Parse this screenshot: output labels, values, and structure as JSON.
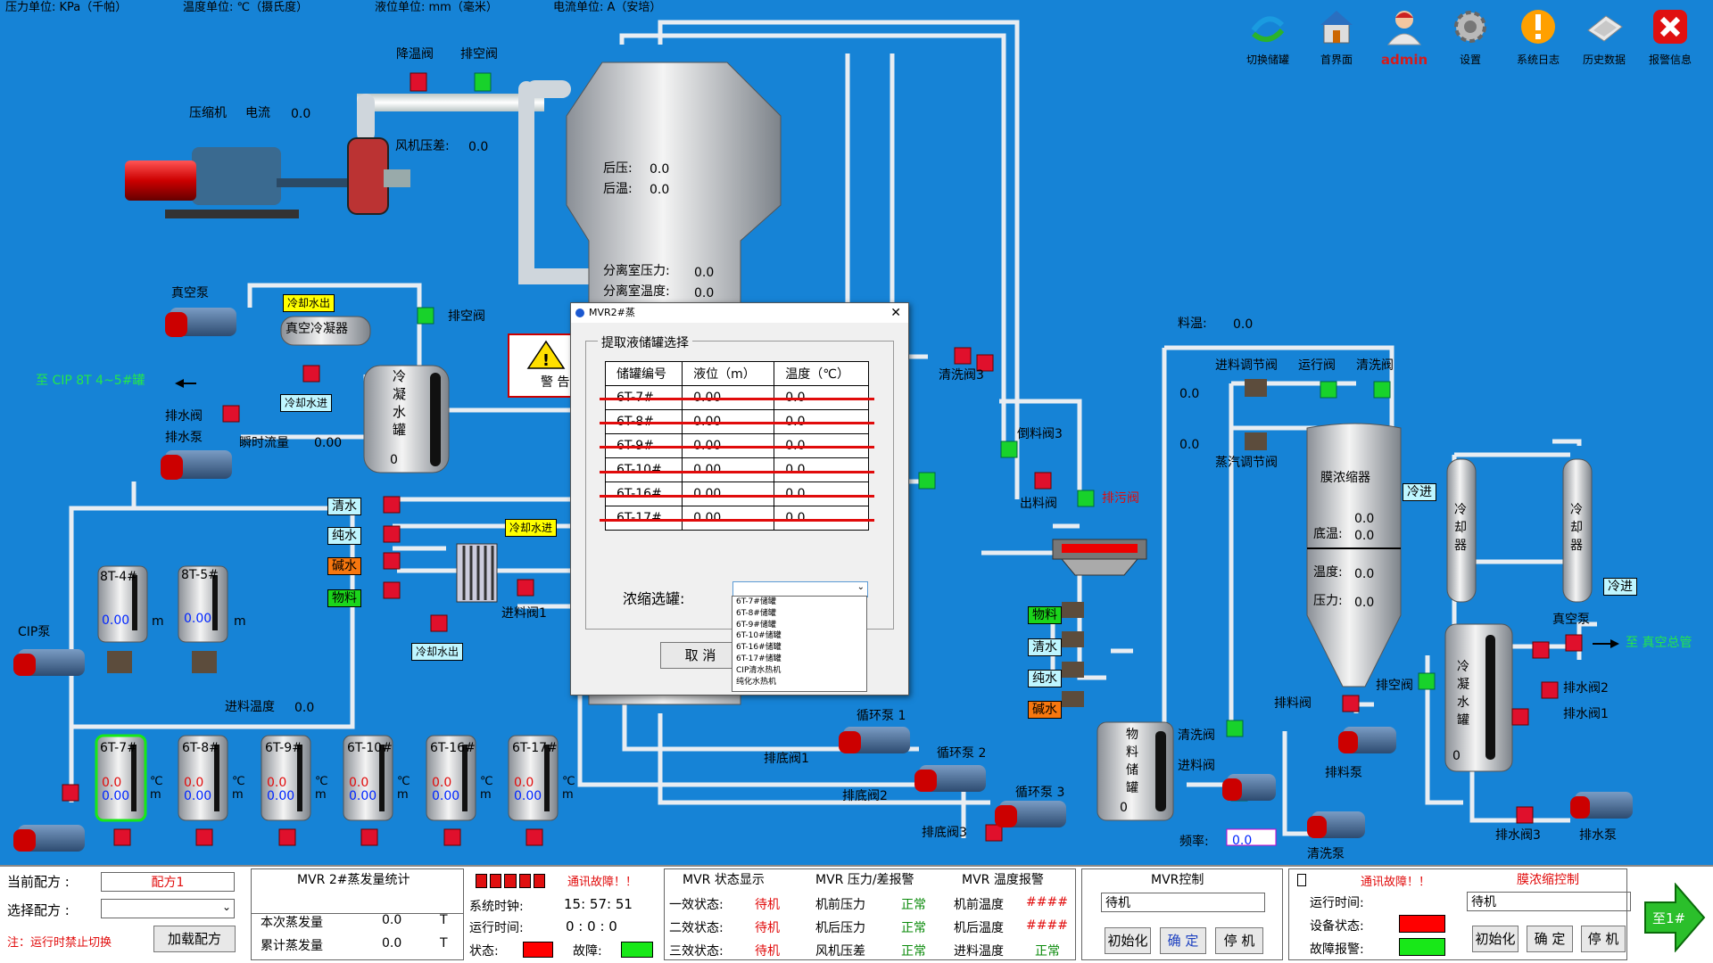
{
  "units": {
    "pressure": "压力单位: KPa（千帕）",
    "temperature": "温度单位: ℃（摄氏度）",
    "level": "液位单位: mm（毫米）",
    "current": "电流单位: A（安培）"
  },
  "toolbar": [
    {
      "label": "切换储罐",
      "icon": "switch-tank-icon"
    },
    {
      "label": "首界面",
      "icon": "home-icon"
    },
    {
      "label": "admin",
      "icon": "user-icon"
    },
    {
      "label": "设置",
      "icon": "gear-icon"
    },
    {
      "label": "系统日志",
      "icon": "warning-icon"
    },
    {
      "label": "历史数据",
      "icon": "keyboard-icon"
    },
    {
      "label": "报警信息",
      "icon": "close-icon"
    }
  ],
  "scada": {
    "cooling_valve": "降温阀",
    "vent_valve_top": "排空阀",
    "compressor": "压缩机",
    "current_label": "电流",
    "current_value": "0.0",
    "fan_pressure_label": "风机压差:",
    "fan_pressure_value": "0.0",
    "back_pressure_label": "后压:",
    "back_pressure_value": "0.0",
    "back_temp_label": "后温:",
    "back_temp_value": "0.0",
    "sep_pressure_label": "分离室压力:",
    "sep_pressure_value": "0.0",
    "sep_temp_label": "分离室温度:",
    "sep_temp_value": "0.0",
    "vacuum_pump": "真空泵",
    "cool_water_out": "冷却水出",
    "vacuum_condenser": "真空冷凝器",
    "cool_water_in": "冷却水进",
    "vent_valve_mid": "排空阀",
    "to_cip": "至 CIP  8T  4~5#罐",
    "drain_valve": "排水阀",
    "drain_pump": "排水泵",
    "instant_flow_label": "瞬时流量",
    "instant_flow_value": "0.00",
    "condensate_tank": "冷凝水罐",
    "condensate_level": "0",
    "warning_text": "警 告",
    "clean_water": "清水",
    "pure_water": "纯水",
    "alkali": "碱水",
    "material": "物料",
    "cool_water_in2": "冷却水进",
    "cool_water_out2": "冷却水出",
    "feed_valve1": "进料阀1",
    "feed_temp_label": "进料温度",
    "feed_temp_value": "0.0",
    "cip_pump": "CIP泵",
    "tank_8t4": "8T-4#",
    "tank_8t4_val": "0.00",
    "tank_8t5": "8T-5#",
    "tank_8t5_val": "0.00",
    "unit_m": "m",
    "unit_c": "℃",
    "clean_valve3": "清洗阀3",
    "drain_valve3": "倒料阀3",
    "outlet_valve": "出料阀",
    "waste_valve": "排污阀",
    "feed_temp2_label": "料温:",
    "feed_temp2_value": "0.0",
    "inlet_reg_valve": "进料调节阀",
    "run_valve": "运行阀",
    "clean_valve": "清洗阀",
    "steam_reg_valve": "蒸汽调节阀",
    "reg_value1": "0.0",
    "reg_value2": "0.0",
    "membrane_concentrator": "膜浓缩器",
    "mc_val1": "0.0",
    "mc_bottom_temp_label": "底温:",
    "mc_bottom_temp_value": "0.0",
    "mc_temp_label": "温度:",
    "mc_temp_value": "0.0",
    "mc_pressure_label": "压力:",
    "mc_pressure_value": "0.0",
    "cool_in": "冷进",
    "cooler1": "冷却器",
    "cooler2": "冷却器",
    "cool_in2": "冷进",
    "vacuum_pump2": "真空泵",
    "to_vacuum_main": "至 真空总管",
    "vent_valve_r": "排空阀",
    "condensate_tank2": "冷凝水罐",
    "condensate2_level": "0",
    "drain_valve2": "排水阀2",
    "drain_valve1": "排水阀1",
    "drain_valve3b": "排水阀3",
    "drain_pump2": "排水泵",
    "drain_valve_r": "排料阀",
    "discharge_pump": "排料泵",
    "mat_material": "物料",
    "mat_clean": "清水",
    "mat_pure": "纯水",
    "mat_alkali": "碱水",
    "material_tank": "物料储罐",
    "material_tank_level": "0",
    "clean_valve_b": "清洗阀",
    "feed_valve_b": "进料阀",
    "freq_label": "频率:",
    "freq_value": "0.0",
    "clean_pump": "清洗泵",
    "circ_pump1": "循环泵 1",
    "circ_pump2": "循环泵 2",
    "circ_pump3": "循环泵 3",
    "bottom_valve1": "排底阀1",
    "bottom_valve2": "排底阀2",
    "bottom_valve3": "排底阀3"
  },
  "storage_tanks": [
    {
      "name": "6T-7#",
      "red": "0.0",
      "blue": "0.00",
      "unit": "m"
    },
    {
      "name": "6T-8#",
      "red": "0.0",
      "blue": "0.00",
      "unit": "m"
    },
    {
      "name": "6T-9#",
      "red": "0.0",
      "blue": "0.00",
      "unit": "m"
    },
    {
      "name": "6T-10#",
      "red": "0.0",
      "blue": "0.00",
      "unit": "m"
    },
    {
      "name": "6T-16#",
      "red": "0.0",
      "blue": "0.00",
      "unit": "m"
    },
    {
      "name": "6T-17#",
      "red": "0.0",
      "blue": "0.00",
      "unit": "m"
    }
  ],
  "dialog": {
    "title": "MVR2#蒸",
    "group_title": "提取液储罐选择",
    "headers": [
      "储罐编号",
      "液位（m）",
      "温度（℃）"
    ],
    "rows": [
      [
        "6T-7#",
        "0.00",
        "0.0"
      ],
      [
        "6T-8#",
        "0.00",
        "0.0"
      ],
      [
        "6T-9#",
        "0.00",
        "0.0"
      ],
      [
        "6T-10#",
        "0.00",
        "0.0"
      ],
      [
        "6T-16#",
        "0.00",
        "0.0"
      ],
      [
        "6T-17#",
        "0.00",
        "0.0"
      ]
    ],
    "select_label": "浓缩选罐:",
    "cancel": "取 消",
    "options": [
      "6T-7#储罐",
      "6T-8#储罐",
      "6T-9#储罐",
      "6T-10#储罐",
      "6T-16#储罐",
      "6T-17#储罐",
      "CIP清水热机",
      "纯化水热机"
    ]
  },
  "bottom": {
    "current_recipe_label": "当前配方 :",
    "current_recipe_value": "配方1",
    "select_recipe_label": "选择配方 :",
    "note": "注：运行时禁止切换",
    "load_recipe": "加载配方",
    "evap_title": "MVR 2#蒸发量统计",
    "this_evap_label": "本次蒸发量",
    "this_evap_value": "0.0",
    "this_evap_unit": "T",
    "total_evap_label": "累计蒸发量",
    "total_evap_value": "0.0",
    "total_evap_unit": "T",
    "comm_fault": "通讯故障！！",
    "sys_clock_label": "系统时钟:",
    "sys_clock_value": "15:  57:  51",
    "runtime_label": "运行时间:",
    "runtime_value": "0  :  0  :  0",
    "state_label": "状态:",
    "fault_label": "故障:",
    "state_title": "MVR 状态显示",
    "effect1_label": "一效状态:",
    "effect1_value": "待机",
    "effect2_label": "二效状态:",
    "effect2_value": "待机",
    "effect3_label": "三效状态:",
    "effect3_value": "待机",
    "pressure_title": "MVR 压力/差报警",
    "pre_pressure_label": "机前压力",
    "pre_pressure_value": "正常",
    "post_pressure_label": "机后压力",
    "post_pressure_value": "正常",
    "fan_diff_label": "风机压差",
    "fan_diff_value": "正常",
    "temp_title": "MVR 温度报警",
    "pre_temp_label": "机前温度",
    "pre_temp_value": "####",
    "post_temp_label": "机后温度",
    "post_temp_value": "####",
    "feed_temp_label": "进料温度",
    "feed_temp_value": "正常",
    "ctrl_title": "MVR控制",
    "ctrl_select": "待机",
    "init": "初始化",
    "confirm": "确 定",
    "stop": "停 机",
    "comm_fault2": "通讯故障！！",
    "runtime2_label": "运行时间:",
    "device_state_label": "设备状态:",
    "fault_alarm_label": "故障报警:",
    "membrane_title": "膜浓缩控制",
    "membrane_select": "待机",
    "init2": "初始化",
    "confirm2": "确 定",
    "stop2": "停 机",
    "goto": "至1#"
  },
  "colors": {
    "background": "#1683d6",
    "valve_red": "#e0102c",
    "valve_green": "#18d22b",
    "status_red": "#ff0000",
    "status_green": "#18e818"
  }
}
